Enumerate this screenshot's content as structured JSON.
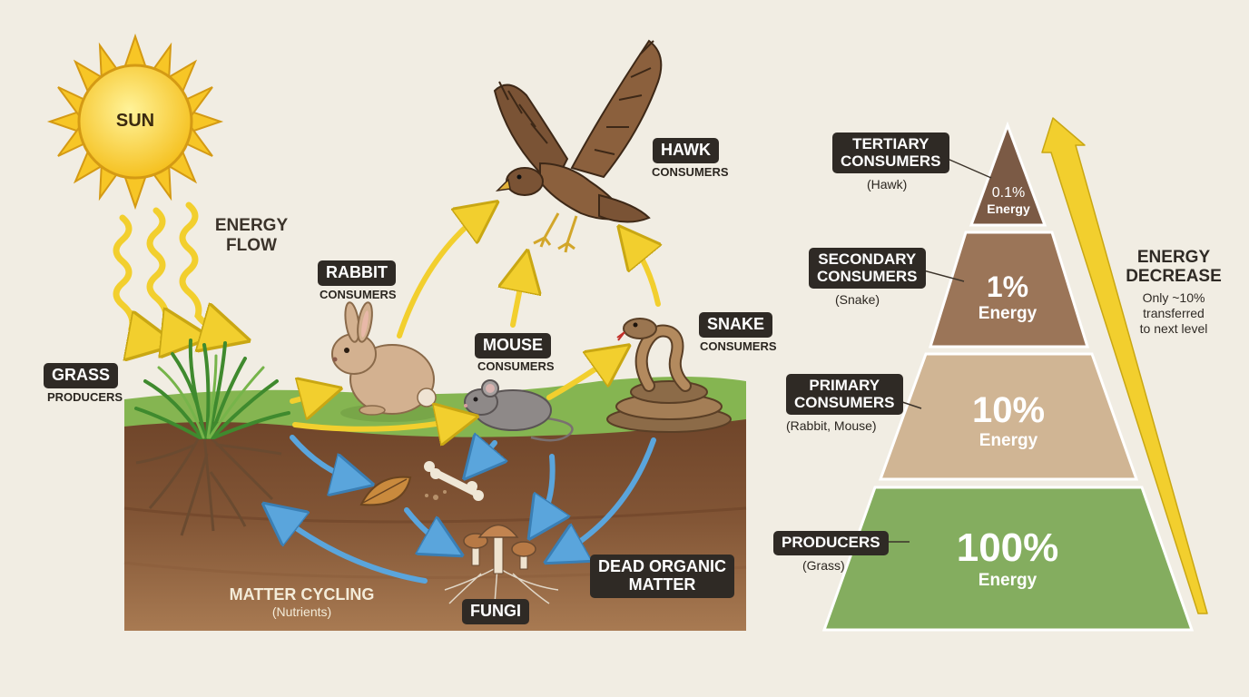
{
  "sun": {
    "label": "SUN"
  },
  "energy_flow": {
    "line1": "ENERGY",
    "line2": "FLOW"
  },
  "organisms": {
    "grass": {
      "name": "GRASS",
      "role": "PRODUCERS"
    },
    "rabbit": {
      "name": "RABBIT",
      "role": "CONSUMERS"
    },
    "mouse": {
      "name": "MOUSE",
      "role": "CONSUMERS"
    },
    "hawk": {
      "name": "HAWK",
      "role": "CONSUMERS"
    },
    "snake": {
      "name": "SNAKE",
      "role": "CONSUMERS"
    }
  },
  "soil": {
    "dead_matter": {
      "line1": "DEAD ORGANIC",
      "line2": "MATTER"
    },
    "fungi": "FUNGI",
    "matter_cycling": {
      "title": "MATTER CYCLING",
      "sub": "(Nutrients)"
    }
  },
  "pyramid": {
    "levels": [
      {
        "label1": "TERTIARY",
        "label2": "CONSUMERS",
        "example": "(Hawk)",
        "percent": "0.1%",
        "energy": "Energy",
        "share": 0.1,
        "color": "#7b5a45"
      },
      {
        "label1": "SECONDARY",
        "label2": "CONSUMERS",
        "example": "(Snake)",
        "percent": "1%",
        "energy": "Energy",
        "share": 1,
        "color": "#9b7558"
      },
      {
        "label1": "PRIMARY",
        "label2": "CONSUMERS",
        "example": "(Rabbit, Mouse)",
        "percent": "10%",
        "energy": "Energy",
        "share": 10,
        "color": "#d0b594"
      },
      {
        "label1": "PRODUCERS",
        "label2": "",
        "example": "(Grass)",
        "percent": "100%",
        "energy": "Energy",
        "share": 100,
        "color": "#84ad5f"
      }
    ]
  },
  "energy_decrease": {
    "title1": "ENERGY",
    "title2": "DECREASE",
    "note1": "Only ~10%",
    "note2": "transferred",
    "note3": "to next level"
  },
  "colors": {
    "arrow_energy": "#f2cf2e",
    "arrow_matter": "#5aa5dc",
    "soil": "#7a4f32",
    "grass_band": "#85b551",
    "label_bg": "#2f2a25"
  }
}
